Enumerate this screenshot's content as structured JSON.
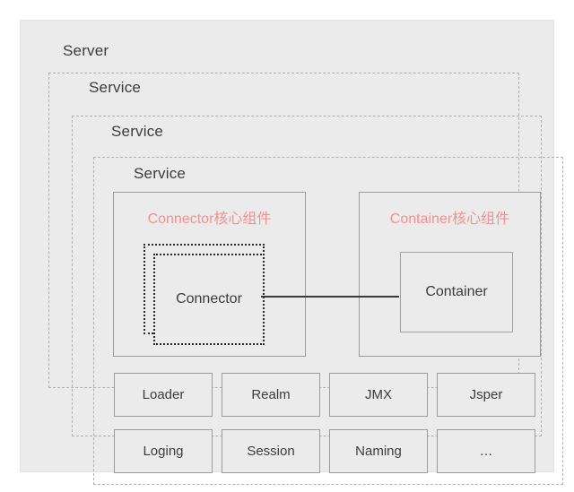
{
  "diagram": {
    "title": "Server",
    "server": {
      "label": "Server"
    },
    "services": [
      {
        "label": "Service"
      },
      {
        "label": "Service"
      },
      {
        "label": "Service"
      }
    ],
    "groups": [
      {
        "name": "connector-group",
        "title": "Connector核心组件",
        "inner_label": "Connector",
        "style": "dotted-stacked"
      },
      {
        "name": "container-group",
        "title": "Container核心组件",
        "inner_label": "Container",
        "style": "solid"
      }
    ],
    "components": [
      "Loader",
      "Realm",
      "JMX",
      "Jsper",
      "Loging",
      "Session",
      "Naming",
      "…"
    ],
    "colors": {
      "panel_background": "#ebebeb",
      "page_background": "#ffffff",
      "accent_red": "#f4908f",
      "text": "#3c3c3c",
      "dashed_border": "#b0b0b0",
      "solid_border": "#9a9a9a",
      "dotted_border": "#2b2b2b",
      "link_line": "#3a3a3a"
    },
    "watermarks": {
      "right": "",
      "bottom": ""
    }
  }
}
